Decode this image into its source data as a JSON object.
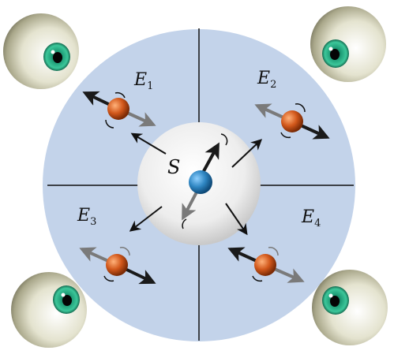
{
  "labels": {
    "system": "S",
    "environments": [
      {
        "symbol": "E",
        "index": "1"
      },
      {
        "symbol": "E",
        "index": "2"
      },
      {
        "symbol": "E",
        "index": "3"
      },
      {
        "symbol": "E",
        "index": "4"
      }
    ]
  },
  "colors": {
    "environment_disk": "#c3d3ea",
    "system_sphere": "#f1f1f1",
    "system_particle": "#2f86c2",
    "environment_particle": "#d2581b",
    "arrow_dark": "#1a1a1a",
    "arrow_light": "#7a7a7a",
    "iris": "#1e9c76"
  },
  "icons": [
    "eye-icon"
  ]
}
